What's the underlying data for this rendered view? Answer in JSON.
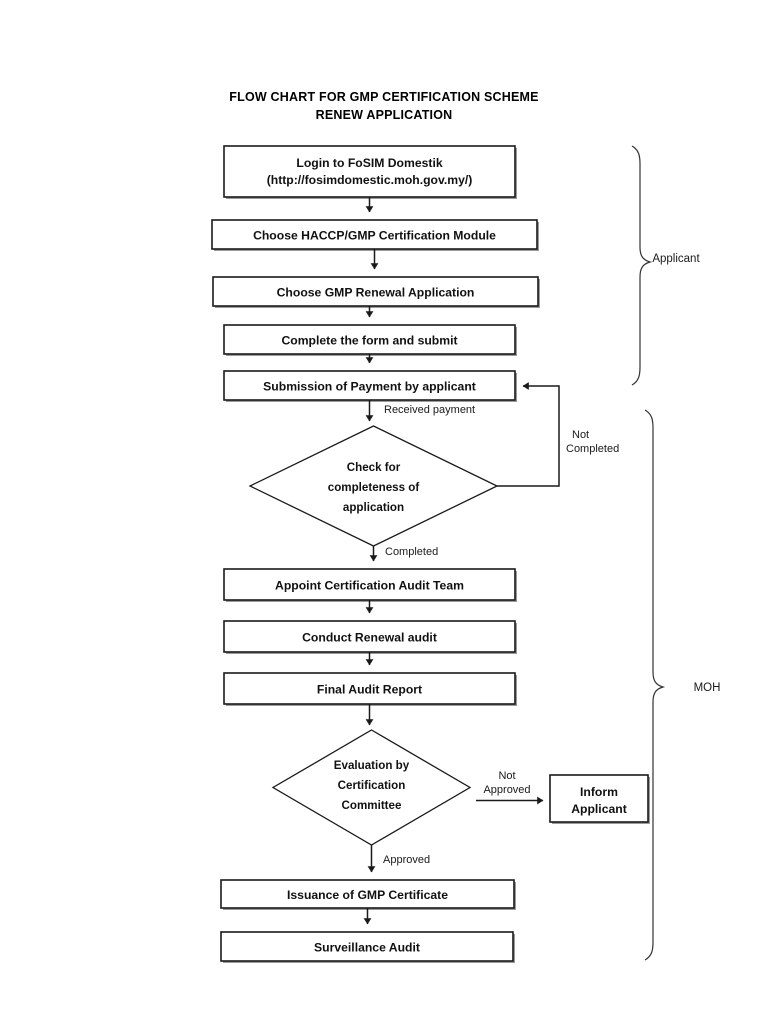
{
  "document": {
    "title_line1": "FLOW CHART FOR GMP CERTIFICATION SCHEME",
    "title_line2": "RENEW APPLICATION"
  },
  "chart_data": {
    "type": "diagram",
    "diagram_kind": "flowchart",
    "orientation": "top-to-bottom",
    "title": "FLOW CHART FOR GMP CERTIFICATION SCHEME RENEW APPLICATION",
    "nodes": [
      {
        "id": "login",
        "shape": "process",
        "lines": [
          "Login to FoSIM Domestik",
          "(http://fosimdomestic.moh.gov.my/)"
        ]
      },
      {
        "id": "module",
        "shape": "process",
        "lines": [
          "Choose HACCP/GMP Certification Module"
        ]
      },
      {
        "id": "renewal",
        "shape": "process",
        "lines": [
          "Choose GMP Renewal Application"
        ]
      },
      {
        "id": "form",
        "shape": "process",
        "lines": [
          "Complete the form and submit"
        ]
      },
      {
        "id": "payment",
        "shape": "process",
        "lines": [
          "Submission of Payment by applicant"
        ]
      },
      {
        "id": "check",
        "shape": "decision",
        "lines": [
          "Check for",
          "completeness of",
          "application"
        ]
      },
      {
        "id": "appoint",
        "shape": "process",
        "lines": [
          "Appoint Certification Audit Team"
        ]
      },
      {
        "id": "conduct",
        "shape": "process",
        "lines": [
          "Conduct Renewal audit"
        ]
      },
      {
        "id": "report",
        "shape": "process",
        "lines": [
          "Final Audit Report"
        ]
      },
      {
        "id": "evaluation",
        "shape": "decision",
        "lines": [
          "Evaluation by",
          "Certification",
          "Committee"
        ]
      },
      {
        "id": "inform",
        "shape": "process",
        "lines": [
          "Inform",
          "Applicant"
        ]
      },
      {
        "id": "issuance",
        "shape": "process",
        "lines": [
          "Issuance of GMP Certificate"
        ]
      },
      {
        "id": "surveillance",
        "shape": "process",
        "lines": [
          "Surveillance Audit"
        ]
      }
    ],
    "edges": [
      {
        "from": "login",
        "to": "module",
        "label": ""
      },
      {
        "from": "module",
        "to": "renewal",
        "label": ""
      },
      {
        "from": "renewal",
        "to": "form",
        "label": ""
      },
      {
        "from": "form",
        "to": "payment",
        "label": ""
      },
      {
        "from": "payment",
        "to": "check",
        "label": "Received payment"
      },
      {
        "from": "check",
        "to": "payment",
        "label": "Not Completed"
      },
      {
        "from": "check",
        "to": "appoint",
        "label": "Completed"
      },
      {
        "from": "appoint",
        "to": "conduct",
        "label": ""
      },
      {
        "from": "conduct",
        "to": "report",
        "label": ""
      },
      {
        "from": "report",
        "to": "evaluation",
        "label": ""
      },
      {
        "from": "evaluation",
        "to": "inform",
        "label": "Not Approved"
      },
      {
        "from": "evaluation",
        "to": "issuance",
        "label": "Approved"
      },
      {
        "from": "issuance",
        "to": "surveillance",
        "label": ""
      }
    ],
    "groups": [
      {
        "id": "applicant",
        "label": "Applicant",
        "covers": [
          "login",
          "module",
          "renewal",
          "form",
          "payment"
        ]
      },
      {
        "id": "moh",
        "label": "MOH",
        "covers": [
          "check",
          "appoint",
          "conduct",
          "report",
          "evaluation",
          "inform",
          "issuance",
          "surveillance"
        ]
      }
    ],
    "colors": {
      "background": "#ffffff",
      "node_fill": "#ffffff",
      "node_stroke": "#1a1a1a",
      "text": "#111111",
      "connector": "#1a1a1a"
    }
  },
  "nodes": {
    "login": {
      "line1": "Login to FoSIM Domestik",
      "line2": "(http://fosimdomestic.moh.gov.my/)"
    },
    "module": {
      "label": "Choose HACCP/GMP Certification Module"
    },
    "renewal": {
      "label": "Choose GMP Renewal Application"
    },
    "form": {
      "label": "Complete the form and submit"
    },
    "payment": {
      "label": "Submission of Payment by applicant"
    },
    "check": {
      "line1": "Check for",
      "line2": "completeness of",
      "line3": "application"
    },
    "appoint": {
      "label": "Appoint Certification Audit Team"
    },
    "conduct": {
      "label": "Conduct Renewal audit"
    },
    "report": {
      "label": "Final Audit Report"
    },
    "evaluation": {
      "line1": "Evaluation by",
      "line2": "Certification",
      "line3": "Committee"
    },
    "inform": {
      "line1": "Inform",
      "line2": "Applicant"
    },
    "issuance": {
      "label": "Issuance of GMP Certificate"
    },
    "surveillance": {
      "label": "Surveillance Audit"
    }
  },
  "edge_labels": {
    "received_payment": "Received payment",
    "not_completed_line1": "Not",
    "not_completed_line2": "Completed",
    "completed": "Completed",
    "not_approved_line1": "Not",
    "not_approved_line2": "Approved",
    "approved": "Approved"
  },
  "groups": {
    "applicant": "Applicant",
    "moh": "MOH"
  }
}
